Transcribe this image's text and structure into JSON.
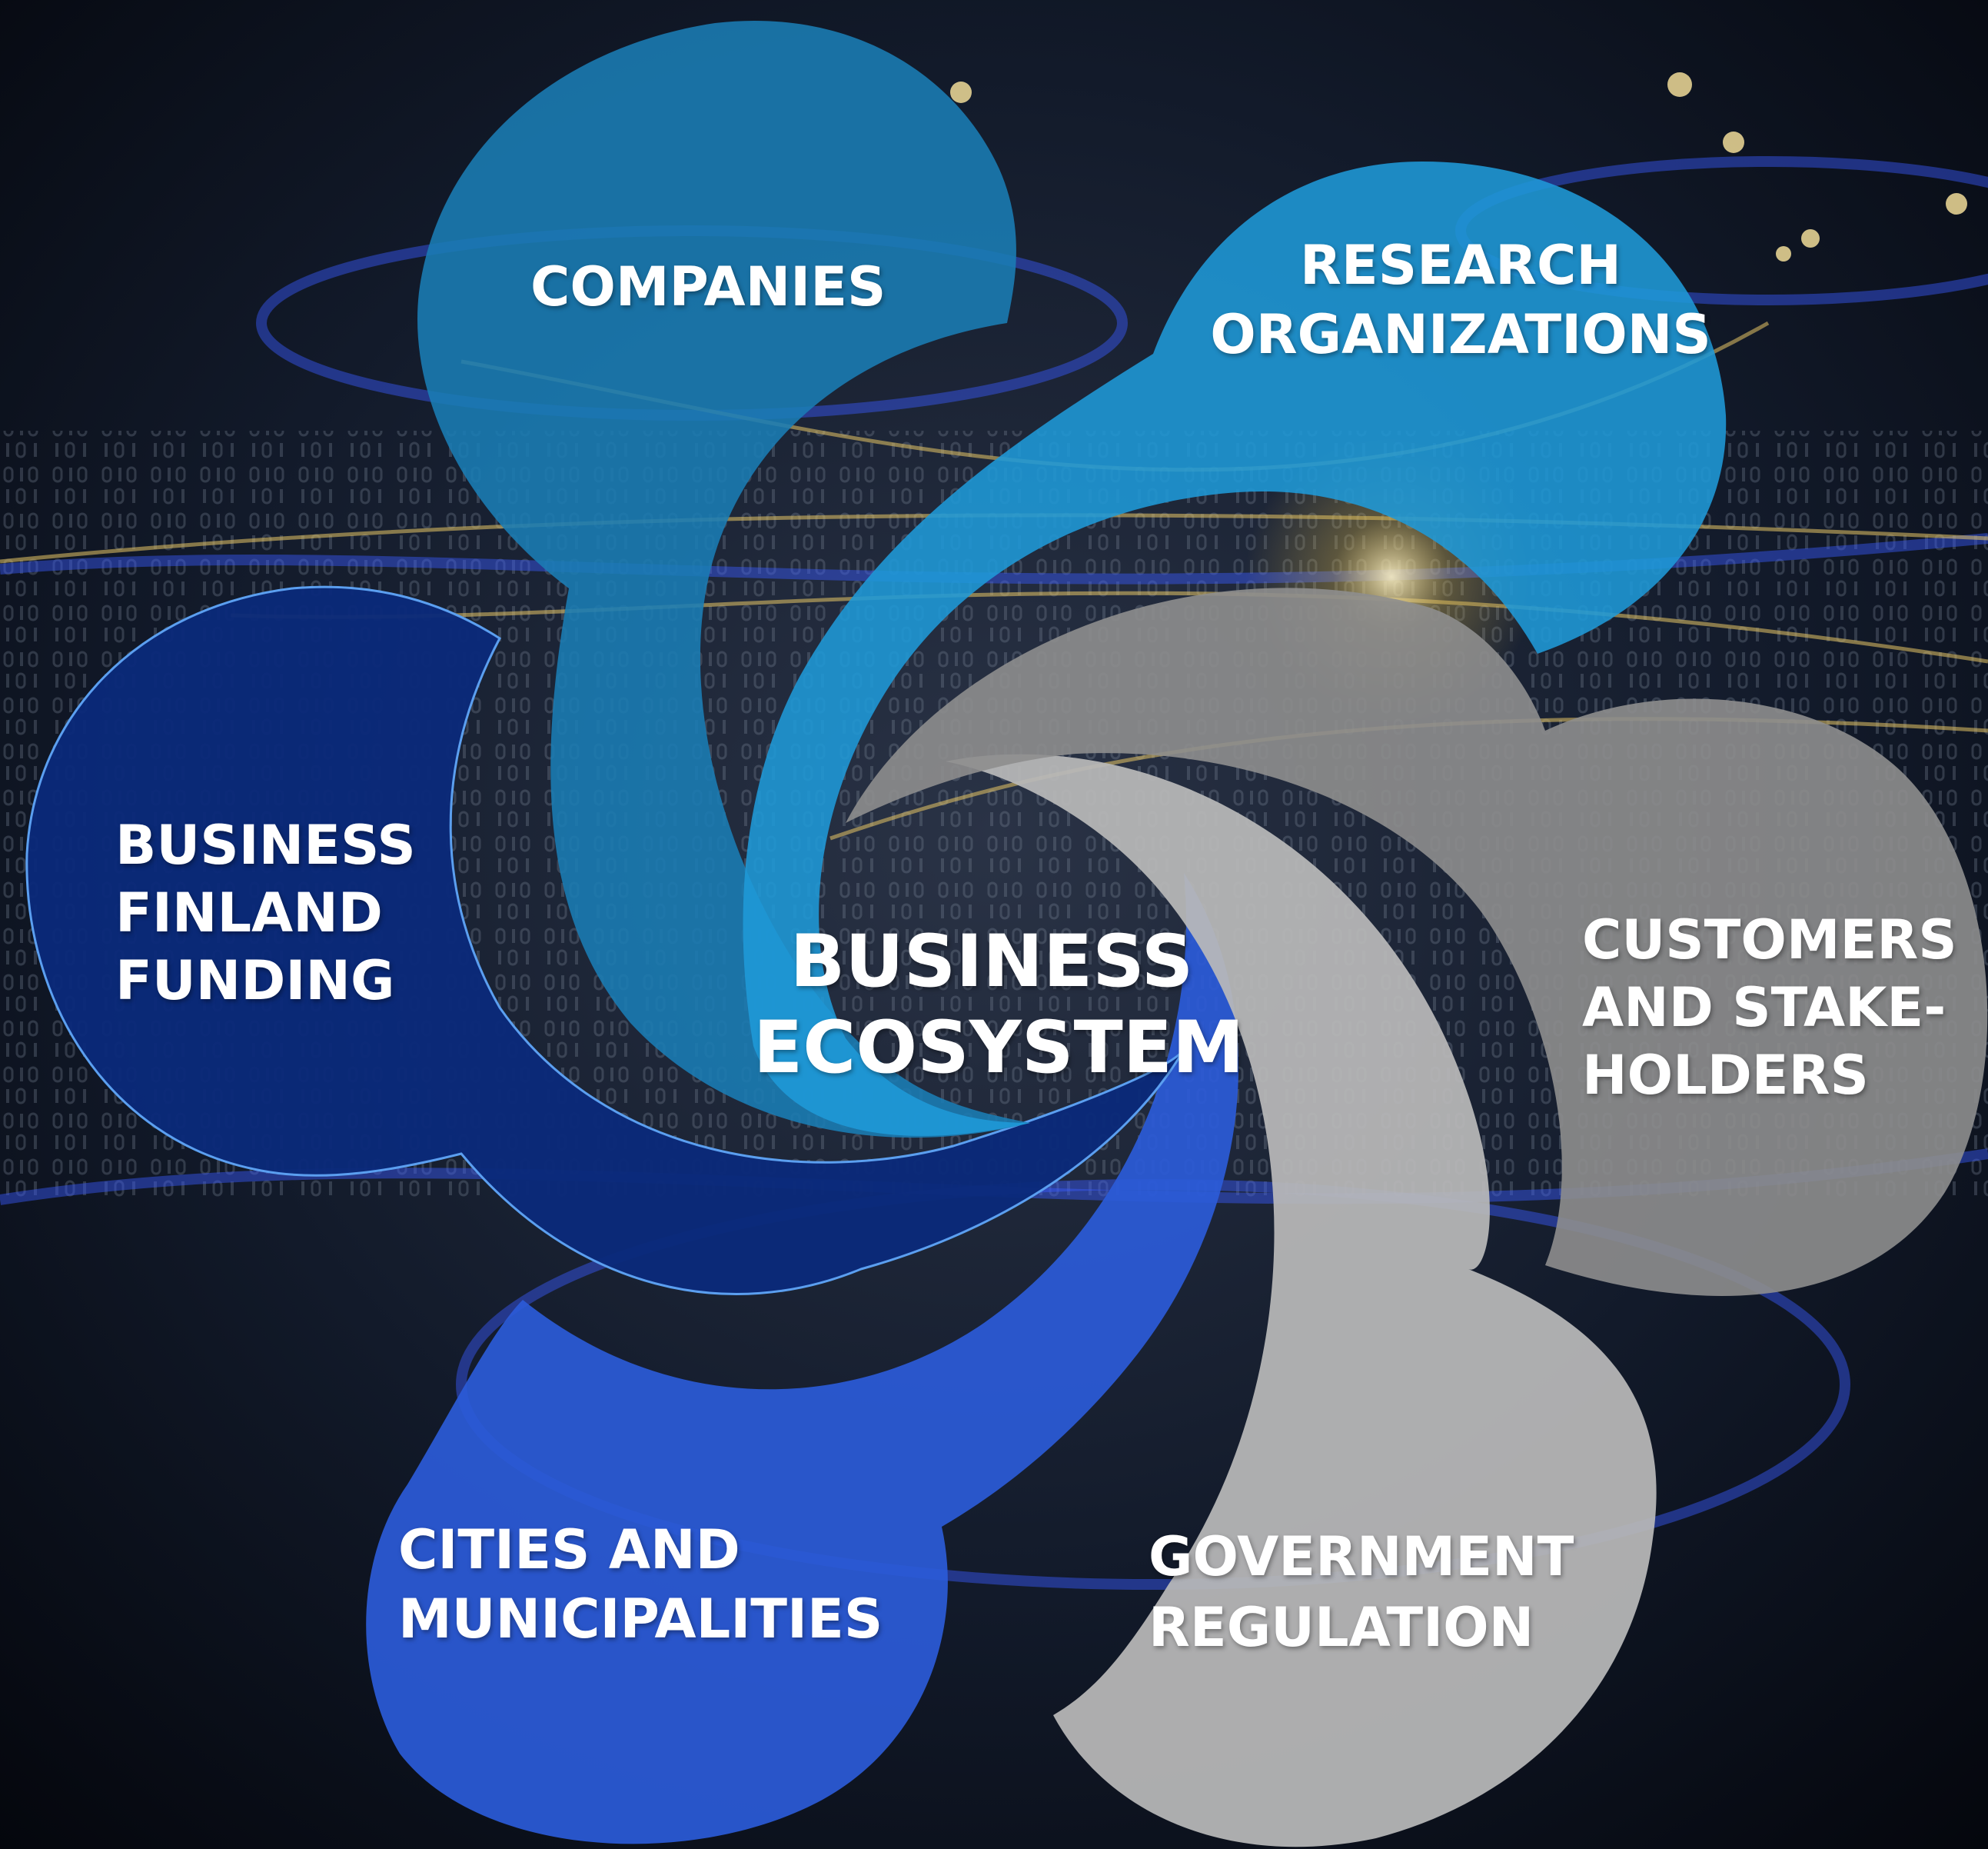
{
  "diagram": {
    "center": {
      "lines": [
        "BUSINESS",
        "ECOSYSTEM"
      ]
    },
    "nodes": [
      {
        "id": "companies",
        "lines": [
          "COMPANIES"
        ],
        "color": "#1a7db5"
      },
      {
        "id": "research",
        "lines": [
          "RESEARCH",
          "ORGANIZATIONS"
        ],
        "color": "#1f9ad8"
      },
      {
        "id": "funding",
        "lines": [
          "BUSINESS",
          "FINLAND",
          "FUNDING"
        ],
        "color": "#0a2a7a"
      },
      {
        "id": "customers",
        "lines": [
          "CUSTOMERS",
          "AND STAKE-",
          "HOLDERS"
        ],
        "color": "#8e8e8e"
      },
      {
        "id": "cities",
        "lines": [
          "CITIES AND",
          "MUNICIPALITIES"
        ],
        "color": "#2b5bd8"
      },
      {
        "id": "government",
        "lines": [
          "GOVERNMENT",
          "REGULATION"
        ],
        "color": "#b9b9b9"
      }
    ],
    "background_color": "#0b1220"
  }
}
